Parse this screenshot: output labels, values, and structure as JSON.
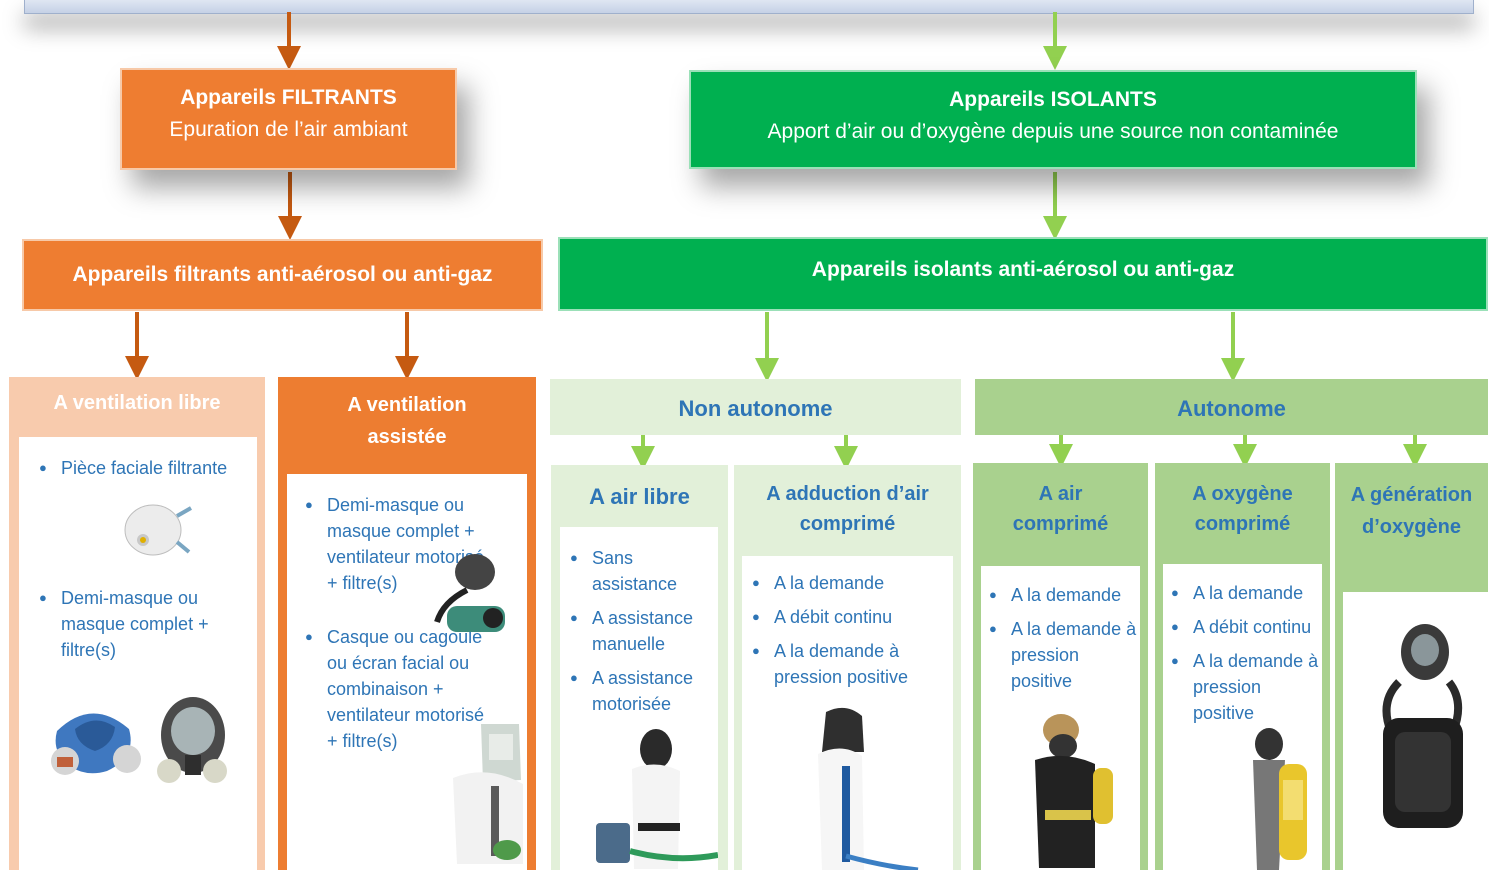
{
  "filtrants": {
    "title": "Appareils FILTRANTS",
    "subtitle": "Epuration de l’air ambiant",
    "category": "Appareils filtrants anti-aérosol ou anti-gaz",
    "ventilation_libre": {
      "title": "A ventilation libre",
      "items": [
        "Pièce faciale filtrante",
        "Demi-masque ou masque complet + filtre(s)"
      ]
    },
    "ventilation_assistee": {
      "title": "A ventilation assistée",
      "items": [
        "Demi-masque ou masque complet + ventilateur motorisé + filtre(s)",
        "Casque ou cagoule ou écran facial ou combinaison + ventilateur motorisé + filtre(s)"
      ]
    }
  },
  "isolants": {
    "title": "Appareils ISOLANTS",
    "subtitle": "Apport d’air ou d’oxygène depuis une source non contaminée",
    "category": "Appareils isolants anti-aérosol ou anti-gaz",
    "non_autonome": {
      "title": "Non autonome",
      "air_libre": {
        "title": "A air libre",
        "items": [
          "Sans assistance",
          "A assistance manuelle",
          "A assistance motorisée"
        ]
      },
      "adduction": {
        "title": "A adduction d’air comprimé",
        "items": [
          "A la demande",
          "A débit continu",
          "A la demande à pression positive"
        ]
      }
    },
    "autonome": {
      "title": "Autonome",
      "air_comprime": {
        "title": "A air comprimé",
        "items": [
          "A la demande",
          "A la demande à pression positive"
        ]
      },
      "oxygene_comprime": {
        "title": "A oxygène comprimé",
        "items": [
          "A la demande",
          "A débit continu",
          "A la demande à pression positive"
        ]
      },
      "generation": {
        "title": "A génération d’oxygène"
      }
    }
  },
  "colors": {
    "orange": "#ed7d31",
    "orange_light": "#f8cbad",
    "green": "#00b050",
    "green_light": "#a9d18e",
    "green_pale": "#e2f0d9",
    "text_blue": "#2e75b6",
    "arrow_orange": "#c55a11",
    "arrow_green": "#92d050"
  }
}
